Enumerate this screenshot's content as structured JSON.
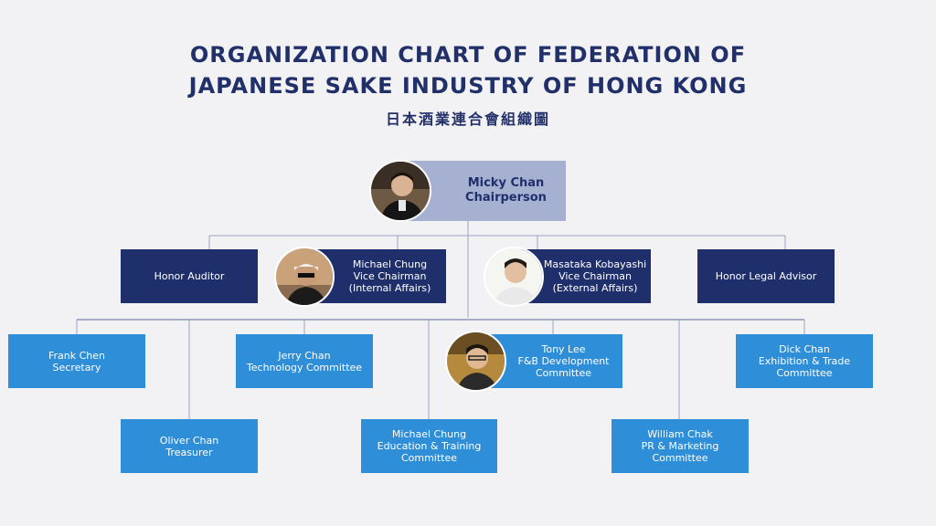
{
  "title": {
    "line1": "ORGANIZATION CHART OF FEDERATION OF",
    "line2": "JAPANESE SAKE INDUSTRY OF HONG KONG",
    "subtitle": "日本酒業連合會組織圖"
  },
  "chair": {
    "name": "Micky Chan",
    "role": "Chairperson"
  },
  "honor_auditor": {
    "label": "Honor Auditor"
  },
  "vice_internal": {
    "name": "Michael Chung",
    "role": "Vice Chairman",
    "dept": "(Internal Affairs)"
  },
  "vice_external": {
    "name": "Masataka Kobayashi",
    "role": "Vice Chairman",
    "dept": "(External Affairs)"
  },
  "honor_legal": {
    "label": "Honor Legal Advisor"
  },
  "secretary": {
    "name": "Frank Chen",
    "role": "Secretary"
  },
  "treasurer": {
    "name": "Oliver Chan",
    "role": "Treasurer"
  },
  "technology": {
    "name": "Jerry Chan",
    "role": "Technology Committee"
  },
  "education": {
    "name": "Michael Chung",
    "role": "Education & Training",
    "role2": "Committee"
  },
  "fnb": {
    "name": "Tony Lee",
    "role": "F&B Development",
    "role2": "Committee"
  },
  "pr": {
    "name": "William Chak",
    "role": "PR & Marketing",
    "role2": "Committee"
  },
  "exhibition": {
    "name": "Dick Chan",
    "role": "Exhibition & Trade",
    "role2": "Committee"
  },
  "colors": {
    "title": "#22306a",
    "dark": "#1f2f6b",
    "light": "#2f8ed8",
    "chair": "#a6b1d2",
    "line": "#9aa3c0"
  }
}
